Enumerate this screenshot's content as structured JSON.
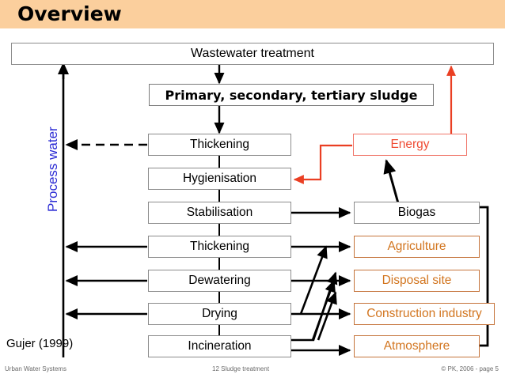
{
  "slide": {
    "title": "Overview",
    "citation": "Gujer (1999)",
    "title_bar_color": "#fbcf9d"
  },
  "colors": {
    "title_bar": "#fbcf9d",
    "orange_text": "#d2751f",
    "orange_border": "#c5743b",
    "red_text": "#ef4b33",
    "red_border": "#f0766a",
    "red_arrow": "#ea3f23",
    "gray_border": "#8c8c8c",
    "process_water_label": "#2b2bd4",
    "black_arrow": "#000000",
    "footer_text": "#6b6b6b"
  },
  "diagram": {
    "top_box": {
      "label": "Wastewater treatment"
    },
    "sludge_box": {
      "label": "Primary, secondary, tertiary sludge"
    },
    "process_chain": [
      {
        "label": "Thickening"
      },
      {
        "label": "Hygienisation"
      },
      {
        "label": "Stabilisation"
      },
      {
        "label": "Thickening"
      },
      {
        "label": "Dewatering"
      },
      {
        "label": "Drying"
      },
      {
        "label": "Incineration"
      }
    ],
    "outputs": [
      {
        "label": "Energy",
        "style": "red"
      },
      {
        "label": "Biogas",
        "style": "gray"
      },
      {
        "label": "Agriculture",
        "style": "orange"
      },
      {
        "label": "Disposal site",
        "style": "orange"
      },
      {
        "label": "Construction industry",
        "style": "orange"
      },
      {
        "label": "Atmosphere",
        "style": "orange"
      }
    ],
    "side_label": "Process water"
  },
  "footer": {
    "left": "Urban Water Systems",
    "middle": "12  Sludge treatment",
    "right": "© PK, 2006 - page 5"
  }
}
